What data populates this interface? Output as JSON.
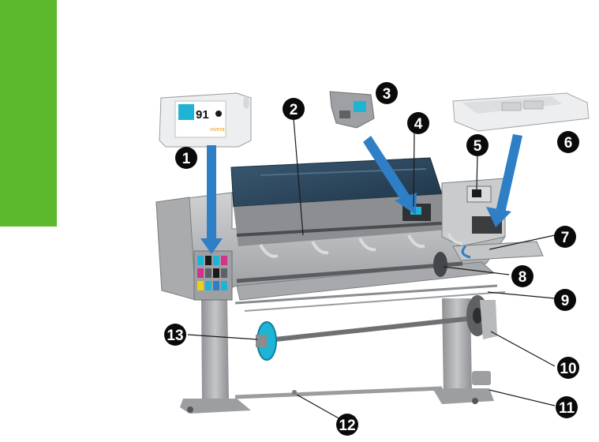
{
  "figure": {
    "callouts": [
      {
        "number": "1",
        "part": "ink-cartridge"
      },
      {
        "number": "2",
        "part": "platen"
      },
      {
        "number": "3",
        "part": "printhead"
      },
      {
        "number": "4",
        "part": "printhead-carriage"
      },
      {
        "number": "5",
        "part": "front-panel"
      },
      {
        "number": "6",
        "part": "maintenance-cartridge"
      },
      {
        "number": "7",
        "part": "maintenance-cartridge-slot"
      },
      {
        "number": "8",
        "part": "spindle"
      },
      {
        "number": "9",
        "part": "blue-spindle-stop"
      },
      {
        "number": "10",
        "part": "take-up-reel-motor"
      },
      {
        "number": "11",
        "part": "take-up-reel-sensor"
      },
      {
        "number": "12",
        "part": "take-up-reel-loop-guide"
      },
      {
        "number": "13",
        "part": "take-up-reel-spindle-hub"
      }
    ],
    "cartridge_label": "91",
    "cartridge_brand": "vivera",
    "colors": {
      "side_tab": "#5cb82c",
      "callout_fill": "#0a0a0a",
      "arrow_blue": "#2f7fc6",
      "window_blue": "#2c4a63",
      "printer_gray": "#b7b9bb",
      "cyan": "#1fb4d6",
      "magenta": "#d0328c",
      "yellow": "#e8d21a"
    }
  }
}
